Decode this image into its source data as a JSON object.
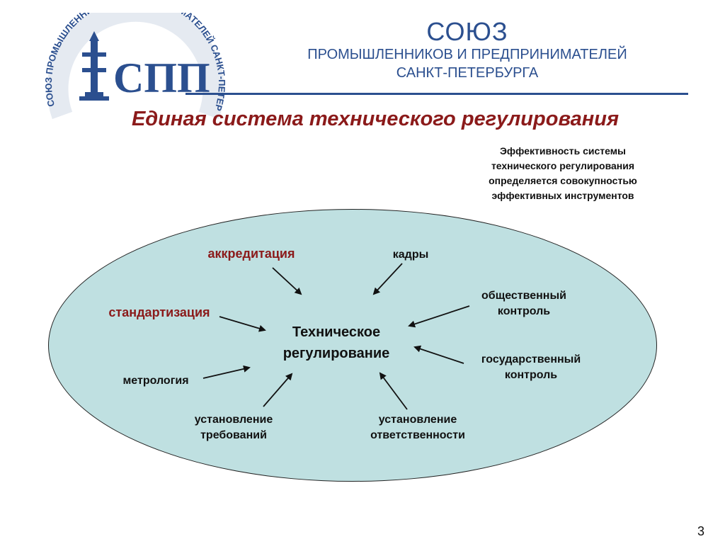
{
  "header": {
    "org_name_line1": "СОЮЗ",
    "org_name_line2": "ПРОМЫШЛЕННИКОВ И ПРЕДПРИНИМАТЕЛЕЙ",
    "org_name_line3": "САНКТ-ПЕТЕРБУРГА",
    "logo_ring_text": "СОЮЗ ПРОМЫШЛЕННИКОВ И ПРЕДПРИНИМАТЕЛЕЙ САНКТ-ПЕТЕРБУРГА",
    "logo_monogram": "СПП"
  },
  "slide": {
    "title": "Единая система технического регулирования",
    "note_lines": [
      "Эффективность системы",
      "технического регулирования",
      "определяется совокупностью",
      "эффективных инструментов"
    ],
    "page_number": "3"
  },
  "diagram": {
    "center_lines": [
      "Техническое",
      "регулирование"
    ],
    "nodes": {
      "accreditation": "аккредитация",
      "personnel": "кадры",
      "standardization": "стандартизация",
      "public_control_1": "общественный",
      "public_control_2": "контроль",
      "state_control_1": "государственный",
      "state_control_2": "контроль",
      "metrology": "метрология",
      "requirements_1": "установление",
      "requirements_2": "требований",
      "responsibility_1": "установление",
      "responsibility_2": "ответственности"
    }
  },
  "colors": {
    "brand_blue": "#2b4f8f",
    "title_red": "#8b1a1a",
    "ellipse_fill": "#bfe0e1"
  }
}
